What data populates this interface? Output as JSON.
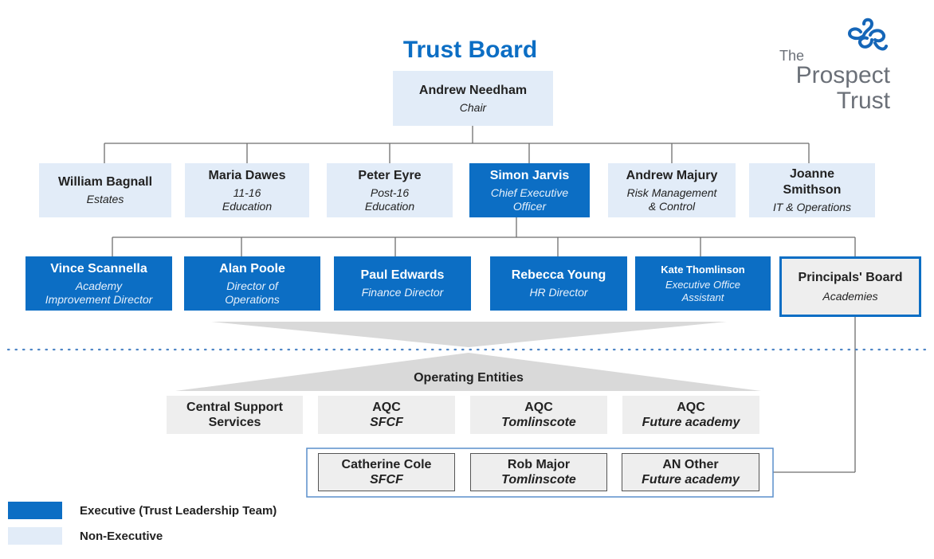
{
  "title": "Trust Board",
  "logo": {
    "line1": "The",
    "line2": "Prospect",
    "line3": "Trust",
    "icon": "prospect-knot-icon",
    "color": "#1566b8"
  },
  "colors": {
    "executive": "#0c6ec4",
    "non_executive": "#e2ecf8",
    "neutral": "#eeeeee",
    "line": "#6e6e6e",
    "dots": "#4f86c6"
  },
  "chair": {
    "name": "Andrew Needham",
    "role": "Chair"
  },
  "board": [
    {
      "name": "William Bagnall",
      "role": "Estates"
    },
    {
      "name": "Maria Dawes",
      "role_line1": "11-16",
      "role_line2": "Education"
    },
    {
      "name": "Peter Eyre",
      "role_line1": "Post-16",
      "role_line2": "Education"
    },
    {
      "name": "Simon Jarvis",
      "role_line1": "Chief Executive",
      "role_line2": "Officer"
    },
    {
      "name": "Andrew Majury",
      "role_line1": "Risk Management",
      "role_line2": "& Control"
    },
    {
      "name_line1": "Joanne",
      "name_line2": "Smithson",
      "role": "IT & Operations"
    }
  ],
  "executives": [
    {
      "name": "Vince Scannella",
      "role_line1": "Academy",
      "role_line2": "Improvement Director"
    },
    {
      "name": "Alan Poole",
      "role_line1": "Director of",
      "role_line2": "Operations"
    },
    {
      "name": "Paul Edwards",
      "role": "Finance Director"
    },
    {
      "name": "Rebecca Young",
      "role": "HR Director"
    },
    {
      "name": "Kate Thomlinson",
      "role_line1": "Executive Office",
      "role_line2": "Assistant"
    }
  ],
  "principals_board": {
    "name": "Principals' Board",
    "role": "Academies"
  },
  "operating_entities": {
    "heading": "Operating Entities",
    "items": [
      {
        "line1": "Central Support",
        "line2": "Services"
      },
      {
        "line1": "AQC",
        "line2": "SFCF"
      },
      {
        "line1": "AQC",
        "line2": "Tomlinscote"
      },
      {
        "line1": "AQC",
        "line2": "Future academy"
      }
    ]
  },
  "principals": [
    {
      "name": "Catherine Cole",
      "academy": "SFCF"
    },
    {
      "name": "Rob Major",
      "academy": "Tomlinscote"
    },
    {
      "name": "AN Other",
      "academy": "Future academy"
    }
  ],
  "legend": [
    {
      "label": "Executive (Trust Leadership Team)",
      "color": "#0c6ec4"
    },
    {
      "label": "Non-Executive",
      "color": "#e2ecf8"
    }
  ]
}
